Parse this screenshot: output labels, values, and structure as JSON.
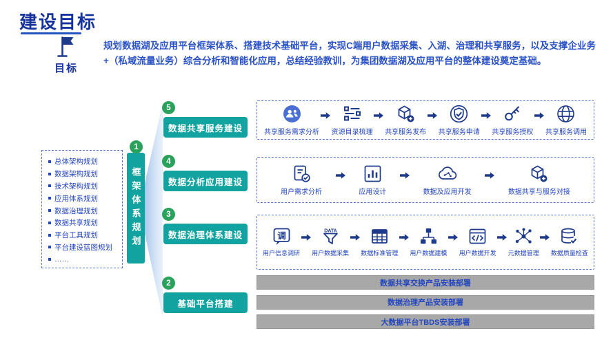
{
  "colors": {
    "teal": "#12A3A0",
    "navy": "#1E3A8A",
    "blue_text": "#2B52C4",
    "list_blue": "#2446BE",
    "circle_green": "#2AA25B",
    "light_blue": "#4A6FD4",
    "gray_bar": "#A8A8A8"
  },
  "header": {
    "title": "建设目标"
  },
  "goal": {
    "icon": "flag-icon",
    "label": "目标",
    "text": "规划数据湖及应用平台框架体系、搭建技术基础平台，实现C端用户数据采集、入湖、治理和共享服务，以及支撑企业务+（私域流量业务）综合分析和智能化应用，总结经验教训，为集团数据湖及应用平台的整体建设奠定基础。"
  },
  "left_panel": {
    "items": [
      "总体架构规划",
      "数据架构规划",
      "技术架构规划",
      "应用体系规划",
      "数据治理规划",
      "数据共享规划",
      "平台工具规划",
      "平台建设蓝图规划",
      "……"
    ]
  },
  "framework": {
    "number": "1",
    "label": "框架体系规划"
  },
  "stages": [
    {
      "number": "5",
      "label": "数据共享服务建设",
      "steps": [
        {
          "icon": "share-users-icon",
          "label": "共享服务需求分析"
        },
        {
          "icon": "catalog-icon",
          "label": "资源目录梳理"
        },
        {
          "icon": "cube-publish-icon",
          "label": "共享服务发布"
        },
        {
          "icon": "badge-check-icon",
          "label": "共享服务申请"
        },
        {
          "icon": "key-icon",
          "label": "共享服务授权"
        },
        {
          "icon": "globe-icon",
          "label": "共享服务调用"
        }
      ]
    },
    {
      "number": "4",
      "label": "数据分析应用建设",
      "steps": [
        {
          "icon": "doc-check-icon",
          "label": "用户需求分析"
        },
        {
          "icon": "chart-icon",
          "label": "应用设计"
        },
        {
          "icon": "cloud-icon",
          "label": "数据及应用开发"
        },
        {
          "icon": "cube-link-icon",
          "label": "数据共享与服务对接"
        }
      ]
    },
    {
      "number": "3",
      "label": "数据治理体系建设",
      "steps": [
        {
          "icon": "survey-icon",
          "label": "用户信息调研"
        },
        {
          "icon": "data-funnel-icon",
          "label": "用户数据采集"
        },
        {
          "icon": "table-icon",
          "label": "数据标准管理"
        },
        {
          "icon": "model-icon",
          "label": "用户数据建模"
        },
        {
          "icon": "code-icon",
          "label": "用户数据开发"
        },
        {
          "icon": "network-icon",
          "label": "元数据管理"
        },
        {
          "icon": "db-check-icon",
          "label": "数据质量检查"
        }
      ]
    },
    {
      "number": "2",
      "label": "基础平台搭建",
      "bars": [
        "数据共享交换产品安装部署",
        "数据治理产品安装部署",
        "大数据平台TBDS安装部署"
      ]
    }
  ]
}
